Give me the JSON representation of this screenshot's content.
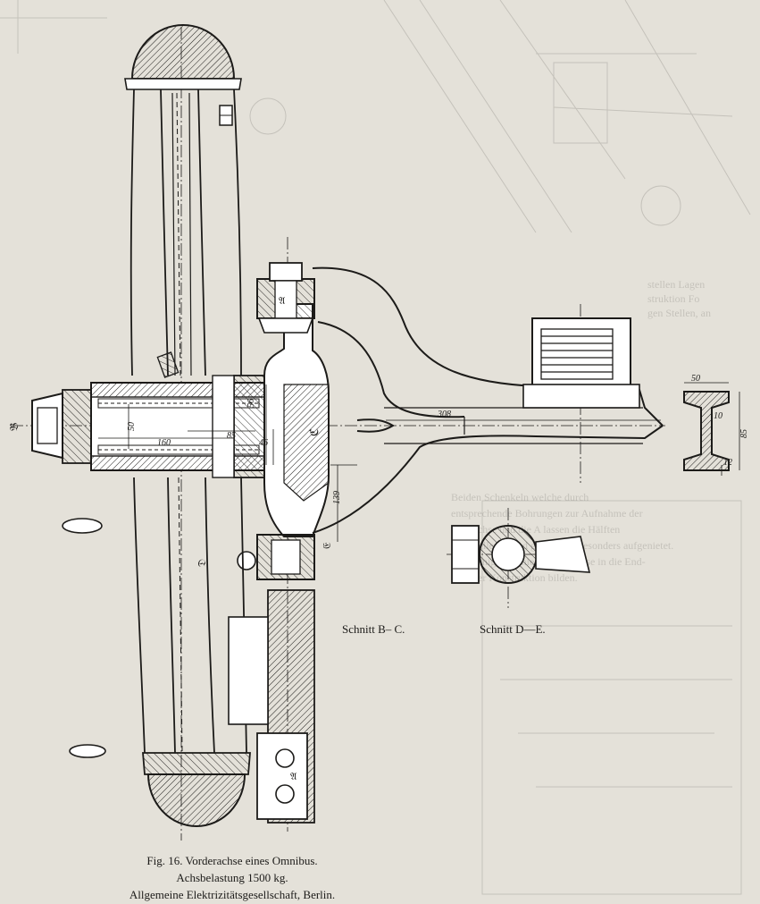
{
  "figure": {
    "caption_line1": "Fig. 16. Vorderachse eines Omnibus.",
    "caption_line2": "Achsbelastung 1500 kg.",
    "caption_line3": "Allgemeine Elektrizitätsgesellschaft, Berlin."
  },
  "sections": {
    "section_bc": "Schnitt B– C.",
    "section_de": "Schnitt D—E."
  },
  "dimensions": {
    "d_308": "308",
    "d_160": "160",
    "d_85": "85",
    "d_50": "50",
    "d_56": "56",
    "d_46": "46",
    "d_139": "139",
    "ibeam_width": "50",
    "ibeam_web": "10",
    "ibeam_height": "85",
    "ibeam_flange": "12"
  },
  "letters": {
    "B": "𝔅",
    "C": "ℭ",
    "D": "𝔇",
    "E": "𝔈",
    "A_upper": "𝔄",
    "A_lower": "𝔄"
  }
}
